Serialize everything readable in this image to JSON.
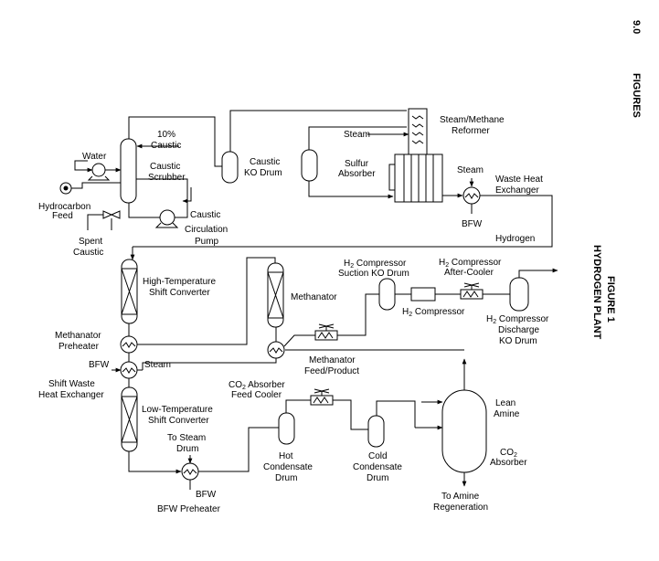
{
  "header": {
    "section": "9.0",
    "section_title": "FIGURES"
  },
  "figure": {
    "number": "FIGURE 1",
    "title": "HYDROGEN PLANT"
  },
  "labels": {
    "water": "Water",
    "caustic_10_l1": "10%",
    "caustic_10_l2": "Caustic",
    "caustic_scrubber_l1": "Caustic",
    "caustic_scrubber_l2": "Scrubber",
    "hydrocarbon_feed_l1": "Hydrocarbon",
    "hydrocarbon_feed_l2": "Feed",
    "caustic_circ_l1": "Caustic",
    "caustic_circ_l2": "Circulation",
    "caustic_circ_l3": "Pump",
    "spent_caustic_l1": "Spent",
    "spent_caustic_l2": "Caustic",
    "caustic_ko_l1": "Caustic",
    "caustic_ko_l2": "KO Drum",
    "steam_reformer_feed": "Steam",
    "sulfur_absorber_l1": "Sulfur",
    "sulfur_absorber_l2": "Absorber",
    "reformer_l1": "Steam/Methane",
    "reformer_l2": "Reformer",
    "steam_whe": "Steam",
    "whe_l1": "Waste Heat",
    "whe_l2": "Exchanger",
    "bfw_whe": "BFW",
    "hydrogen": "Hydrogen",
    "htsc_l1": "High-Temperature",
    "htsc_l2": "Shift Converter",
    "methanator": "Methanator",
    "h2_suction_l1_pre": "H",
    "h2_suction_l1_sub": "2",
    "h2_suction_l1_post": " Compressor",
    "h2_suction_l2": "Suction KO Drum",
    "h2_after_l1_pre": "H",
    "h2_after_l1_sub": "2",
    "h2_after_l1_post": " Compressor",
    "h2_after_l2": "After-Cooler",
    "h2_comp_pre": "H",
    "h2_comp_sub": "2",
    "h2_comp_post": " Compressor",
    "h2_disch_l1_pre": "H",
    "h2_disch_l1_sub": "2",
    "h2_disch_l1_post": " Compressor",
    "h2_disch_l2": "Discharge",
    "h2_disch_l3": "KO Drum",
    "methanator_pre_l1": "Methanator",
    "methanator_pre_l2": "Preheater",
    "bfw_swhe": "BFW",
    "steam_swhe": "Steam",
    "swhe_l1": "Shift Waste",
    "swhe_l2": "Heat Exchanger",
    "meth_fp_l1": "Methanator",
    "meth_fp_l2": "Feed/Product",
    "co2_cooler_l1_pre": "CO",
    "co2_cooler_l1_sub": "2",
    "co2_cooler_l1_post": " Absorber",
    "co2_cooler_l2": "Feed Cooler",
    "ltsc_l1": "Low-Temperature",
    "ltsc_l2": "Shift Converter",
    "to_steam_drum_l1": "To Steam",
    "to_steam_drum_l2": "Drum",
    "hot_cond_l1": "Hot",
    "hot_cond_l2": "Condensate",
    "hot_cond_l3": "Drum",
    "cold_cond_l1": "Cold",
    "cold_cond_l2": "Condensate",
    "cold_cond_l3": "Drum",
    "lean_amine_l1": "Lean",
    "lean_amine_l2": "Amine",
    "co2_abs_l1_pre": "CO",
    "co2_abs_l1_sub": "2",
    "co2_abs_l2": "Absorber",
    "bfw_pre": "BFW",
    "bfw_preheater": "BFW Preheater",
    "to_amine_l1": "To Amine",
    "to_amine_l2": "Regeneration"
  }
}
